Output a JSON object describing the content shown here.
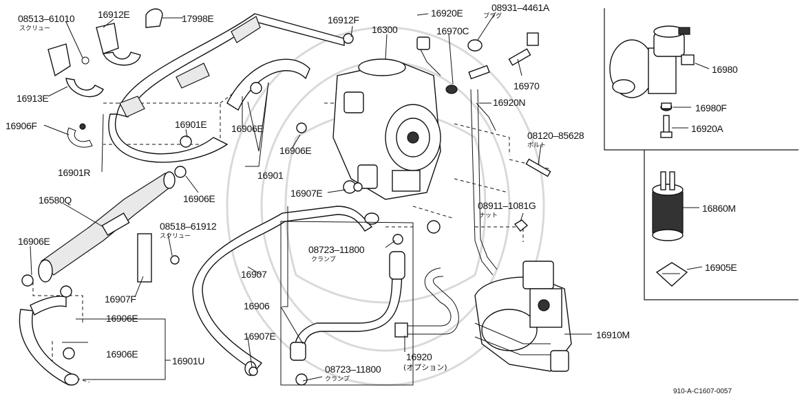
{
  "diagram_code": "910-A-C1607-0057",
  "labels": [
    {
      "id": "p-08513-61010",
      "text": "08513–61010",
      "sub": "スクリュー"
    },
    {
      "id": "p-16912e",
      "text": "16912E"
    },
    {
      "id": "p-17998e",
      "text": "17998E"
    },
    {
      "id": "p-16912f",
      "text": "16912F"
    },
    {
      "id": "p-16920e-top",
      "text": "16920E"
    },
    {
      "id": "p-08931-4461a",
      "text": "08931–4461A",
      "sub": "プラグ"
    },
    {
      "id": "p-16300",
      "text": "16300"
    },
    {
      "id": "p-16970c",
      "text": "16970C"
    },
    {
      "id": "p-16970",
      "text": "16970"
    },
    {
      "id": "p-16913e",
      "text": "16913E"
    },
    {
      "id": "p-16906f",
      "text": "16906F"
    },
    {
      "id": "p-16901e",
      "text": "16901E"
    },
    {
      "id": "p-16906e-a",
      "text": "16906E"
    },
    {
      "id": "p-16906e-b",
      "text": "16906E"
    },
    {
      "id": "p-16920n",
      "text": "16920N"
    },
    {
      "id": "p-08120-85628",
      "text": "08120–85628",
      "sub": "ボルト"
    },
    {
      "id": "p-16901r",
      "text": "16901R"
    },
    {
      "id": "p-16901",
      "text": "16901"
    },
    {
      "id": "p-16906e-c",
      "text": "16906E"
    },
    {
      "id": "p-16907e-a",
      "text": "16907E"
    },
    {
      "id": "p-16580q",
      "text": "16580Q"
    },
    {
      "id": "p-08911-1081g",
      "text": "08911–1081G",
      "sub": "ナット"
    },
    {
      "id": "p-08518-61912",
      "text": "08518–61912",
      "sub": "スクリュー"
    },
    {
      "id": "p-16906e-d",
      "text": "16906E"
    },
    {
      "id": "p-08723-11800-a",
      "text": "08723–11800",
      "sub": "クランプ"
    },
    {
      "id": "p-16907",
      "text": "16907"
    },
    {
      "id": "p-16907f",
      "text": "16907F"
    },
    {
      "id": "p-16906",
      "text": "16906"
    },
    {
      "id": "p-16906e-e",
      "text": "16906E"
    },
    {
      "id": "p-16907e-b",
      "text": "16907E"
    },
    {
      "id": "p-16906e-f",
      "text": "16906E"
    },
    {
      "id": "p-16901u",
      "text": "16901U"
    },
    {
      "id": "p-16920",
      "text": "16920",
      "sub": "(オプション)"
    },
    {
      "id": "p-08723-11800-b",
      "text": "08723–11800",
      "sub": "クランプ"
    },
    {
      "id": "p-16910m",
      "text": "16910M"
    },
    {
      "id": "p-16980",
      "text": "16980"
    },
    {
      "id": "p-16980f",
      "text": "16980F"
    },
    {
      "id": "p-16920a",
      "text": "16920A"
    },
    {
      "id": "p-16860m",
      "text": "16860M"
    },
    {
      "id": "p-16905e",
      "text": "16905E"
    }
  ]
}
